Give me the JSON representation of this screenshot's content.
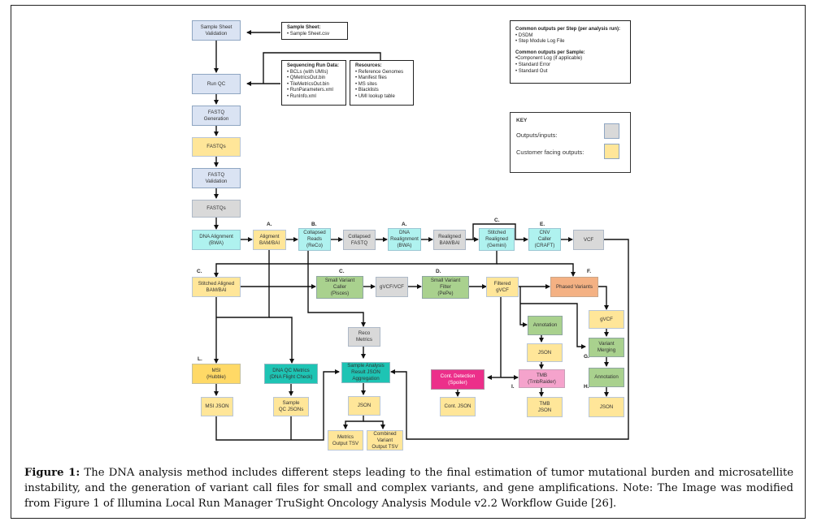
{
  "boxes": {
    "sample_sheet_validation": "Sample Sheet\nValidation",
    "run_qc": "Run QC",
    "fastq_generation": "FASTQ\nGeneration",
    "fastqs_1": "FASTQs",
    "fastq_validation": "FASTQ\nValidation",
    "fastqs_2": "FASTQs",
    "dna_alignment": "DNA Alignment\n(BWA)",
    "alignment_bam": "Aligment\nBAM/BAI",
    "collapsed_reads": "Collapsed\nReads\n(ReCo)",
    "collapsed_fastq": "Collapsed\nFASTQ",
    "dna_realignment": "DNA\nRealignment\n(BWA)",
    "realigned_bam": "Realigned\nBAM/BAI",
    "stitched_realigned": "Stitched\nRealigned\n(Gemini)",
    "cnv_caller": "CNV\nCaller\n(CRAFT)",
    "vcf": "VCF",
    "stitched_aligned": "Stitched Aligned\nBAM/BAI",
    "small_variant_caller": "Small Variant\nCaller\n(Pisces)",
    "gvcf_vcf": "gVCF/VCF",
    "small_variant_filter": "Small Variant\nFilter\n(PePe)",
    "filtered_gvcf": "Filtered\ngVCF",
    "phased_variants": "Phased Variants",
    "gvcf": "gVCF",
    "annotation_1": "Annotation",
    "json_annot": "JSON",
    "variant_merging": "Variant\nMerging",
    "reco_metrics": "Reco\nMetrics",
    "msi": "MSI\n(Hubble)",
    "dna_qc_metrics": "DNA QC Metrics\n(DNA Flight Check)",
    "sample_analysis": "Sample Analysis\nResult JSON\nAggregation",
    "cont_detection": "Cont. Detection\n(Spoiler)",
    "tmb": "TMB\n(TmbRaider)",
    "annotation_2": "Annotation",
    "msi_json": "MSI JSON",
    "sample_qc_jsons": "Sample\nQC JSONs",
    "json_agg": "JSON",
    "cont_json": "Cont. JSON",
    "tmb_json": "TMB\nJSON",
    "json_final": "JSON",
    "metrics_tsv": "Metrics\nOutput TSV",
    "combined_tsv": "Combined\nVariant\nOutput TSV"
  },
  "step_labels": {
    "a1": "A.",
    "b": "B.",
    "a2": "A.",
    "c_top": "C.",
    "e": "E.",
    "c_left": "C.",
    "c_mid": "C.",
    "d": "D.",
    "f": "F.",
    "g": "G.",
    "h": "H.",
    "i_tmb": "I.",
    "l_msi": "L."
  },
  "sample_sheet_info": {
    "title": "Sample Sheet:",
    "items": [
      "• Sample Sheet.csv"
    ]
  },
  "sequencing_run_data": {
    "title": "Sequencing Run Data:",
    "items": [
      "• BCLs (with UMIs)",
      "• QMetricsOut.bin",
      "• TileMetricsOut.bin",
      "• RunParameters.xml",
      "• RunInfo.xml"
    ]
  },
  "resources": {
    "title": "Resources:",
    "items": [
      "• Reference Genomes",
      "• Manifest files",
      "• MS sites",
      "• Blacklists",
      "• UMI lookup table"
    ]
  },
  "common_outputs": {
    "per_step_title": "Common outputs per Step (per analysis run):",
    "per_step_items": [
      "• DSDM",
      "• Step Module Log File"
    ],
    "per_sample_title": "Common outputs per Sample:",
    "per_sample_items": [
      "•Component Log (if applicable)",
      "• Standard Error",
      "• Standard Out"
    ]
  },
  "key": {
    "title": "KEY",
    "outputs_inputs": "Outputs/inputs:",
    "customer_facing": "Customer facing outputs:",
    "outputs_inputs_color": "#d9d9d9",
    "customer_facing_color": "#ffe699"
  },
  "caption": {
    "label": "Figure 1:",
    "text": " The DNA analysis method includes different steps leading to the final estimation of tumor mutational burden and microsatellite instability, and the generation of variant call files for small and complex variants, and gene amplifications. Note: The Image was modified from Figure 1 of Illumina Local Run Manager TruSight Oncology Analysis Module v2.2 Workflow Guide [26]."
  }
}
